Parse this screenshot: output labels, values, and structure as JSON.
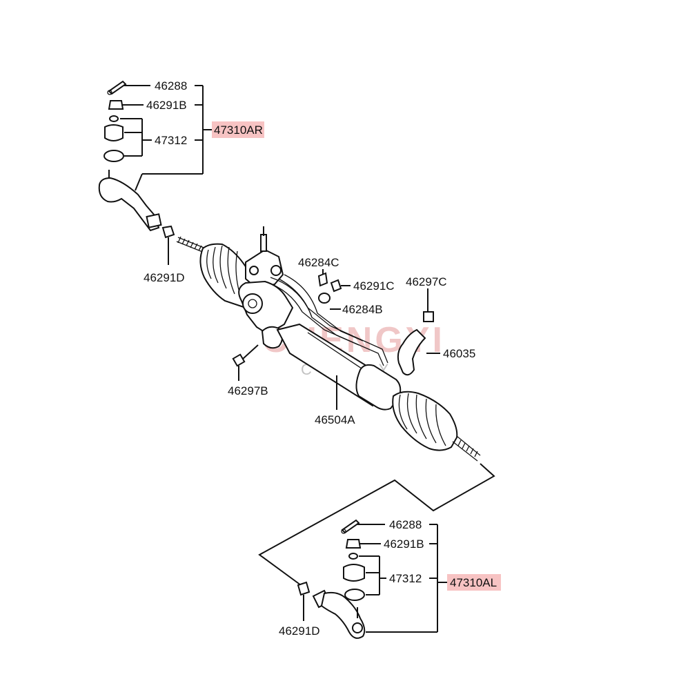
{
  "watermark": {
    "main": "CHENGYI",
    "sub": "CYCY"
  },
  "upper_kit": {
    "part_cotter": "46288",
    "part_nut": "46291B",
    "part_seal": "47312",
    "assembly": "47310AR",
    "part_locknut": "46291D"
  },
  "rack": {
    "washer": "46284C",
    "nut": "46291C",
    "bolt_right": "46297C",
    "washer_b": "46284B",
    "clamp": "46035",
    "bolt_left": "46297B",
    "gear_assembly": "46504A"
  },
  "lower_kit": {
    "part_cotter": "46288",
    "part_nut": "46291B",
    "part_seal": "47312",
    "assembly": "47310AL",
    "part_locknut": "46291D"
  },
  "colors": {
    "highlight": "#f7c3c3",
    "line": "#111111"
  }
}
